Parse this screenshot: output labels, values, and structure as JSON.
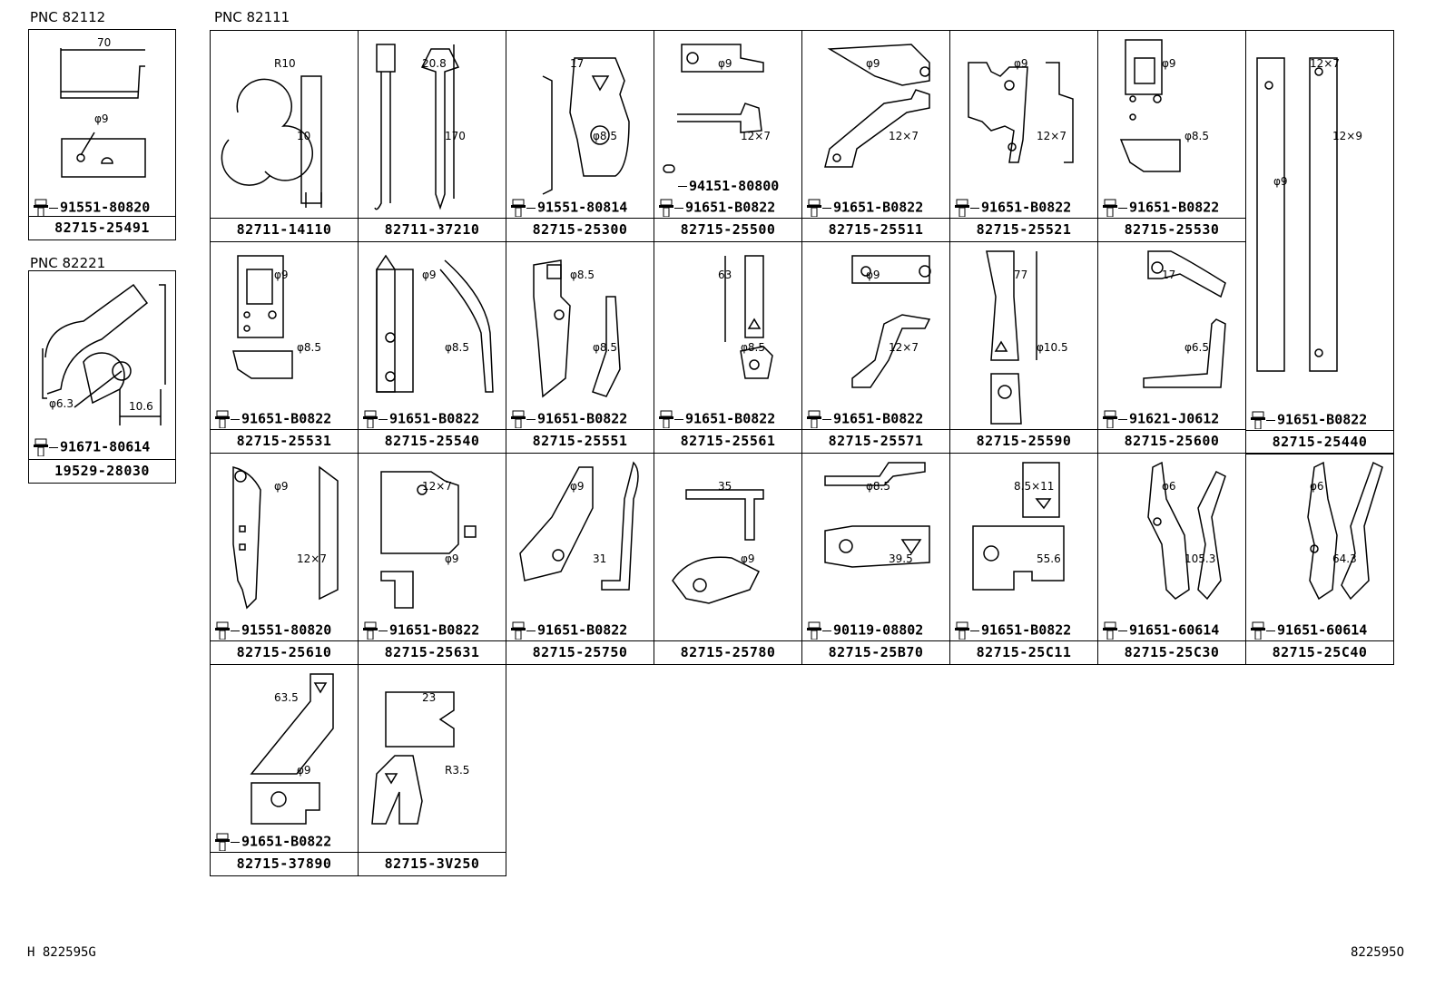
{
  "pnc_82112": "PNC 82112",
  "pnc_82111": "PNC 82111",
  "pnc_82221": "PNC 82221",
  "footer_left": "H 822595G",
  "footer_right": "822595O",
  "left_parts": [
    {
      "part": "82715-25491",
      "bolt": "91551-80820",
      "labels": [
        "70",
        "φ9"
      ]
    },
    {
      "part": "19529-28030",
      "bolt": "91671-80614",
      "labels": [
        "φ6.3",
        "10.6"
      ]
    }
  ],
  "cells": [
    {
      "part": "82711-14110",
      "bolt": "",
      "labels": [
        "R10",
        "10"
      ]
    },
    {
      "part": "82711-37210",
      "bolt": "",
      "labels": [
        "20.8",
        "170"
      ]
    },
    {
      "part": "82715-25300",
      "bolt": "91551-80814",
      "labels": [
        "17",
        "φ8.5"
      ]
    },
    {
      "part": "82715-25500",
      "bolt": "91651-B0822",
      "bolt2": "94151-80800",
      "labels": [
        "φ9",
        "12×7"
      ]
    },
    {
      "part": "82715-25511",
      "bolt": "91651-B0822",
      "labels": [
        "φ9",
        "12×7"
      ]
    },
    {
      "part": "82715-25521",
      "bolt": "91651-B0822",
      "labels": [
        "φ9",
        "12×7"
      ]
    },
    {
      "part": "82715-25530",
      "bolt": "91651-B0822",
      "labels": [
        "φ9",
        "φ8.5"
      ]
    },
    {
      "part": "82715-25440",
      "bolt": "91651-B0822",
      "labels": [
        "12×7",
        "12×9",
        "φ9"
      ]
    },
    {
      "part": "82715-25531",
      "bolt": "91651-B0822",
      "labels": [
        "φ9",
        "φ8.5"
      ]
    },
    {
      "part": "82715-25540",
      "bolt": "91651-B0822",
      "labels": [
        "φ9",
        "φ8.5"
      ]
    },
    {
      "part": "82715-25551",
      "bolt": "91651-B0822",
      "labels": [
        "φ8.5",
        "φ8.5"
      ]
    },
    {
      "part": "82715-25561",
      "bolt": "91651-B0822",
      "labels": [
        "63",
        "φ8.5"
      ]
    },
    {
      "part": "82715-25571",
      "bolt": "91651-B0822",
      "labels": [
        "φ9",
        "12×7"
      ]
    },
    {
      "part": "82715-25590",
      "bolt": "",
      "labels": [
        "77",
        "φ10.5"
      ]
    },
    {
      "part": "82715-25600",
      "bolt": "91621-J0612",
      "labels": [
        "17",
        "φ6.5"
      ]
    },
    {
      "part": "82715-25610",
      "bolt": "91551-80820",
      "labels": [
        "φ9",
        "12×7"
      ]
    },
    {
      "part": "82715-25631",
      "bolt": "91651-B0822",
      "labels": [
        "12×7",
        "φ9"
      ]
    },
    {
      "part": "82715-25750",
      "bolt": "91651-B0822",
      "labels": [
        "φ9",
        "31"
      ]
    },
    {
      "part": "82715-25780",
      "bolt": "",
      "labels": [
        "35",
        "φ9"
      ]
    },
    {
      "part": "82715-25B70",
      "bolt": "90119-08802",
      "labels": [
        "φ8.5",
        "39.5"
      ]
    },
    {
      "part": "82715-25C11",
      "bolt": "91651-B0822",
      "labels": [
        "8.5×11",
        "55.6"
      ]
    },
    {
      "part": "82715-25C30",
      "bolt": "91651-60614",
      "labels": [
        "φ6",
        "105.3"
      ]
    },
    {
      "part": "82715-25C40",
      "bolt": "91651-60614",
      "labels": [
        "φ6",
        "64.3"
      ]
    },
    {
      "part": "82715-37890",
      "bolt": "91651-B0822",
      "labels": [
        "63.5",
        "φ9"
      ]
    },
    {
      "part": "82715-3V250",
      "bolt": "",
      "labels": [
        "23",
        "R3.5"
      ]
    }
  ]
}
